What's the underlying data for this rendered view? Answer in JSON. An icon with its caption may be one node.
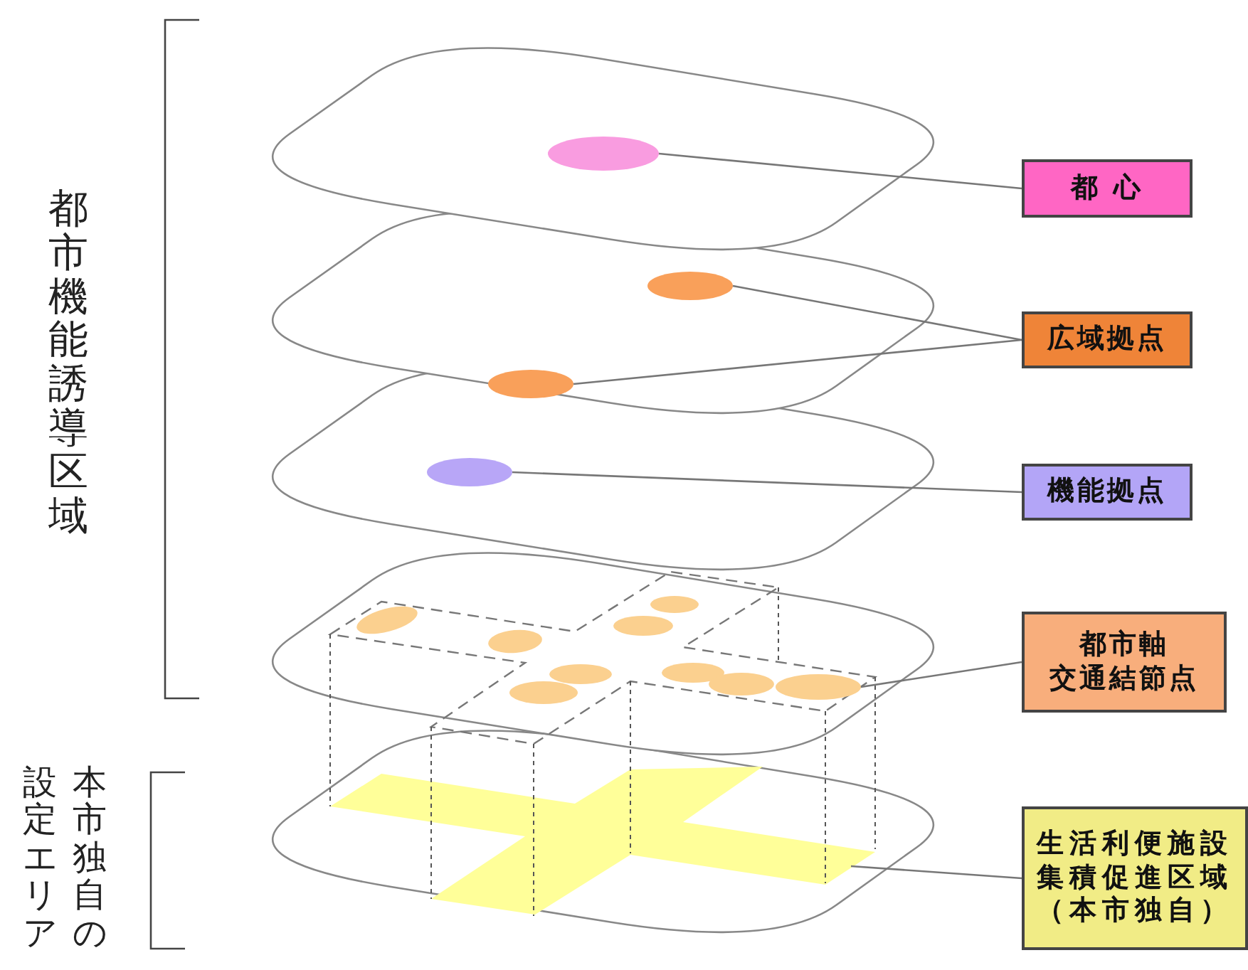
{
  "diagram": {
    "nodes": [
      {
        "text": [
          "都 心"
        ]
      },
      {
        "text": [
          "広域拠点"
        ]
      },
      {
        "text": [
          "機能拠点"
        ]
      },
      {
        "text": [
          "都市軸",
          "交通結節点"
        ]
      },
      {
        "text": [
          "生活利便施設集積促進区域",
          "（本市独自）"
        ]
      },
      {
        "text": [],
        "shape": "ellipse"
      },
      {
        "text": [],
        "shape": "ellipse"
      },
      {
        "text": [],
        "shape": "ellipse"
      },
      {
        "text": [],
        "shape": "ellipse"
      },
      {
        "text": [],
        "shape": "ellipse"
      },
      {
        "text": [],
        "shape": "cross"
      }
    ],
    "edges": [
      {
        "from": 0,
        "to": 5,
        "arrow": "none"
      },
      {
        "from": 1,
        "to": 6,
        "arrow": "none"
      },
      {
        "from": 1,
        "to": 7,
        "arrow": "none"
      },
      {
        "from": 2,
        "to": 8,
        "arrow": "none"
      },
      {
        "from": 3,
        "to": 9,
        "arrow": "none"
      },
      {
        "from": 4,
        "to": 10,
        "arrow": "none"
      }
    ],
    "labels": [
      "都市機能誘導区域",
      "本市独自の",
      "設定エリア"
    ]
  }
}
